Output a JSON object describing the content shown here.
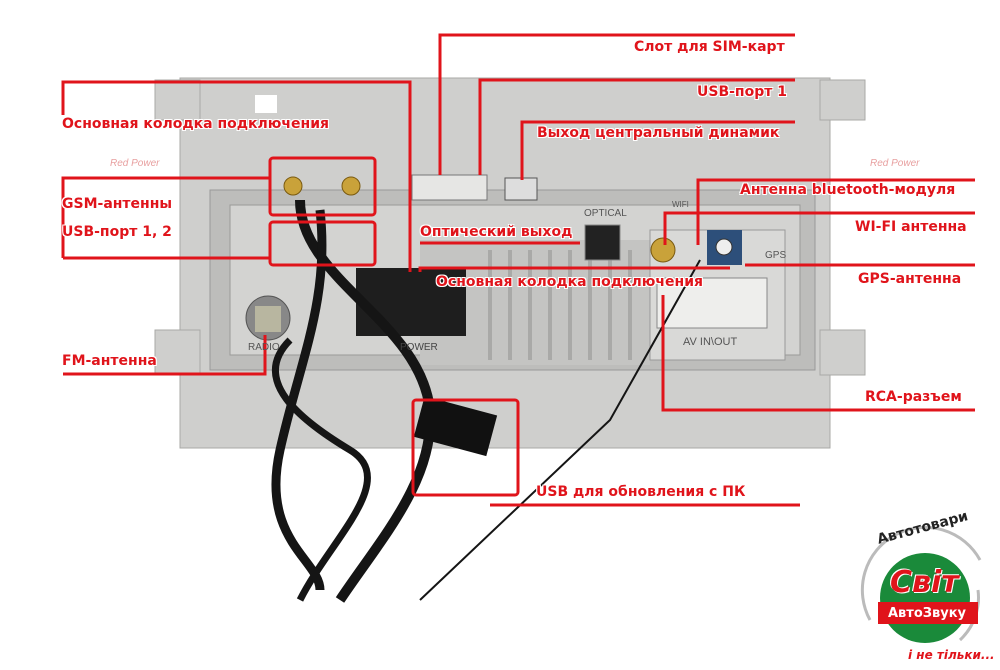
{
  "labels": {
    "sim_slot": "Слот для SIM-карт",
    "usb_port_1": "USB-порт 1",
    "center_speaker": "Выход центральный динамик",
    "main_connector_top": "Основная колодка подключения",
    "bluetooth_antenna": "Антенна bluetooth-модуля",
    "gsm_antennas": "GSM-антенны",
    "usb_ports_1_2": "USB-порт 1, 2",
    "optical_out": "Оптический выход",
    "wifi_antenna": "WI-FI антенна",
    "main_connector": "Основная колодка подключения",
    "gps_antenna": "GPS-антенна",
    "fm_antenna": "FM-антенна",
    "rca": "RCA-разъем",
    "usb_update": "USB для обновления с ПК"
  },
  "device_markings": {
    "radio": "RADIO",
    "optical": "OPTICAL",
    "av": "AV IN\\OUT",
    "gps": "GPS",
    "power": "POWER",
    "wifi": "WIFI"
  },
  "watermark": "Red Power",
  "logo": {
    "top": "Автотовари",
    "main": "Світ",
    "sub": "АвтоЗвуку",
    "bottom": "і не тільки..."
  },
  "colors": {
    "accent": "#e0141b",
    "device": "#c9c9c7",
    "logo_green": "#1a8a3a"
  }
}
